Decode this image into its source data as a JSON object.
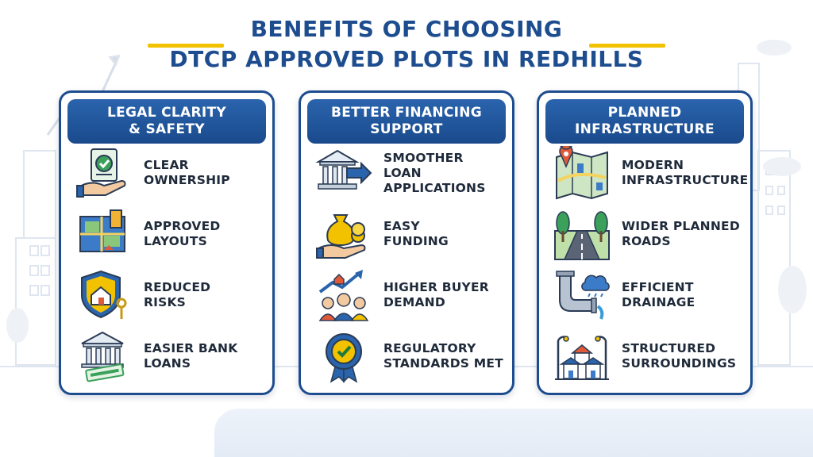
{
  "title": {
    "line1": "BENEFITS OF CHOOSING",
    "line2": "DTCP APPROVED PLOTS IN REDHILLS"
  },
  "colors": {
    "brand_blue": "#1d4d8f",
    "accent_yellow": "#f2c200"
  },
  "cards": [
    {
      "heading_line1": "LEGAL CLARITY",
      "heading_line2": "& SAFETY",
      "items": [
        {
          "icon": "document-check-hand-icon",
          "line1": "CLEAR",
          "line2": "OWNERSHIP"
        },
        {
          "icon": "layout-map-icon",
          "line1": "APPROVED",
          "line2": "LAYOUTS"
        },
        {
          "icon": "house-shield-keys-icon",
          "line1": "REDUCED",
          "line2": "RISKS"
        },
        {
          "icon": "bank-approved-stamp-icon",
          "line1": "EASIER BANK",
          "line2": "LOANS"
        }
      ]
    },
    {
      "heading_line1": "BETTER FINANCING",
      "heading_line2": "SUPPORT",
      "items": [
        {
          "icon": "bank-arrow-icon",
          "line1": "SMOOTHER LOAN",
          "line2": "APPLICATIONS"
        },
        {
          "icon": "money-bag-hand-icon",
          "line1": "EASY",
          "line2": "FUNDING"
        },
        {
          "icon": "buyers-growth-icon",
          "line1": "HIGHER BUYER",
          "line2": "DEMAND"
        },
        {
          "icon": "badge-check-icon",
          "line1": "REGULATORY",
          "line2": "STANDARDS MET"
        }
      ]
    },
    {
      "heading_line1": "PLANNED",
      "heading_line2": "INFRASTRUCTURE",
      "items": [
        {
          "icon": "city-map-pin-icon",
          "line1": "MODERN",
          "line2": "INFRASTRUCTURE"
        },
        {
          "icon": "road-trees-icon",
          "line1": "WIDER PLANNED",
          "line2": "ROADS"
        },
        {
          "icon": "drain-pipe-rain-icon",
          "line1": "EFFICIENT",
          "line2": "DRAINAGE"
        },
        {
          "icon": "houses-streetlights-icon",
          "line1": "STRUCTURED",
          "line2": "SURROUNDINGS"
        }
      ]
    }
  ]
}
